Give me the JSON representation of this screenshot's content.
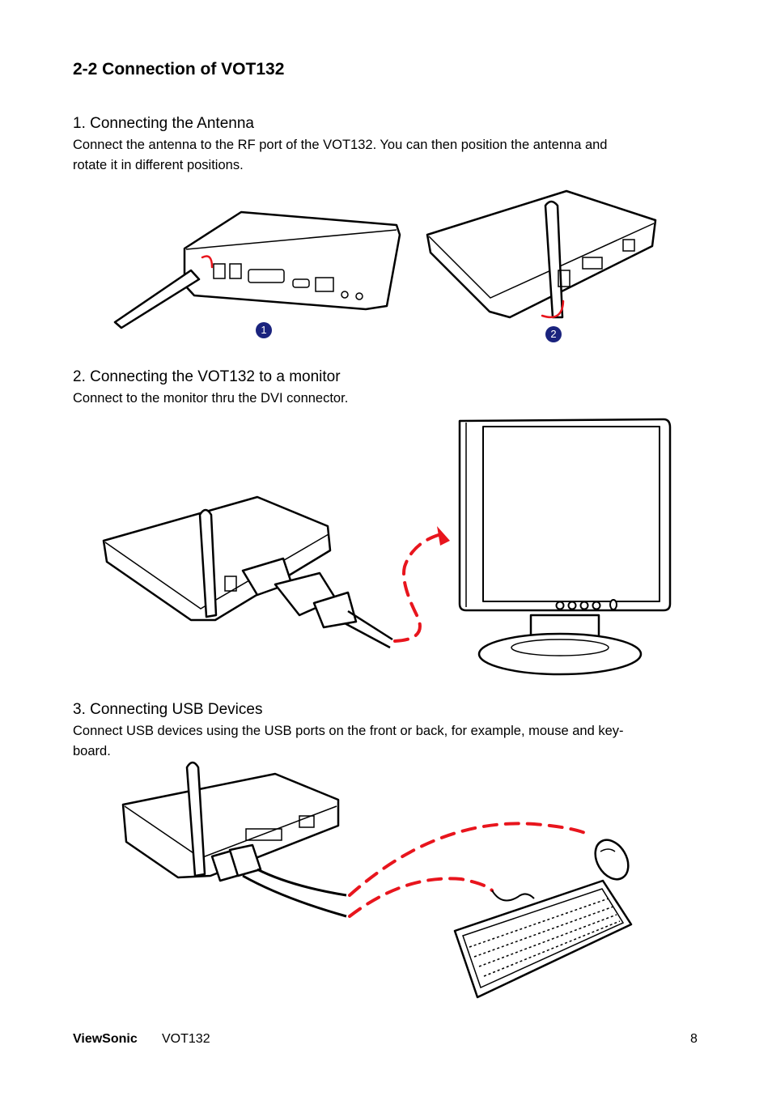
{
  "section_title": "2-2  Connection of VOT132",
  "steps": [
    {
      "title": "1.  Connecting the Antenna",
      "text_line1": "Connect the antenna to the RF port of the VOT132. You can then position the antenna and",
      "text_line2": "rotate it in different positions."
    },
    {
      "title": "2.  Connecting  the VOT132 to a monitor",
      "text_line1": "Connect to the monitor thru the DVI connector."
    },
    {
      "title": "3.  Connecting USB Devices",
      "text_line1": "Connect USB devices using the USB ports on the front or back, for example, mouse and key-",
      "text_line2": "board."
    }
  ],
  "figure_badges": [
    "1",
    "2"
  ],
  "footer": {
    "brand": "ViewSonic",
    "model": "VOT132",
    "page": "8"
  },
  "colors": {
    "badge": "#1a237e",
    "arrow": "#e8151d"
  }
}
